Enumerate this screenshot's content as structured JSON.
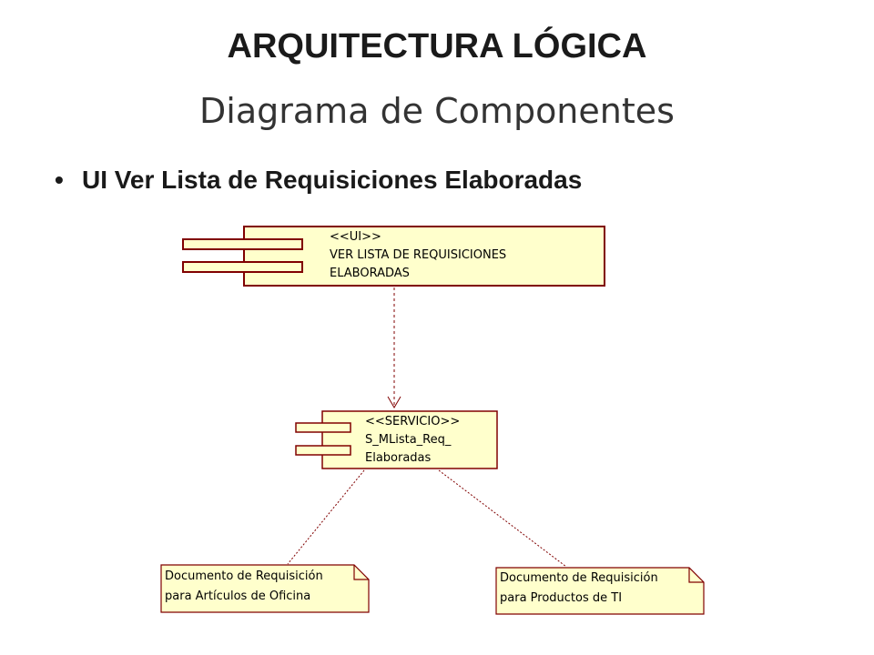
{
  "slide": {
    "title": "ARQUITECTURA LÓGICA",
    "subtitle": "Diagrama de Componentes",
    "bullet_marker": "•",
    "bullet": "UI Ver Lista de Requisiciones Elaboradas"
  },
  "diagram": {
    "ui_component": {
      "stereotype": "<<UI>>",
      "line1": "VER LISTA DE REQUISICIONES",
      "line2": "ELABORADAS"
    },
    "service_component": {
      "stereotype": "<<SERVICIO>>",
      "line1": "S_MLista_Req_",
      "line2": "Elaboradas"
    },
    "note_left": {
      "line1": "Documento de Requisición",
      "line2": "para Artículos de Oficina"
    },
    "note_right": {
      "line1": "Documento de Requisición",
      "line2": "para Productos de TI"
    }
  },
  "colors": {
    "component_fill": "#ffffcc",
    "component_border": "#800000",
    "note_border": "#800000",
    "connector": "#800000"
  }
}
